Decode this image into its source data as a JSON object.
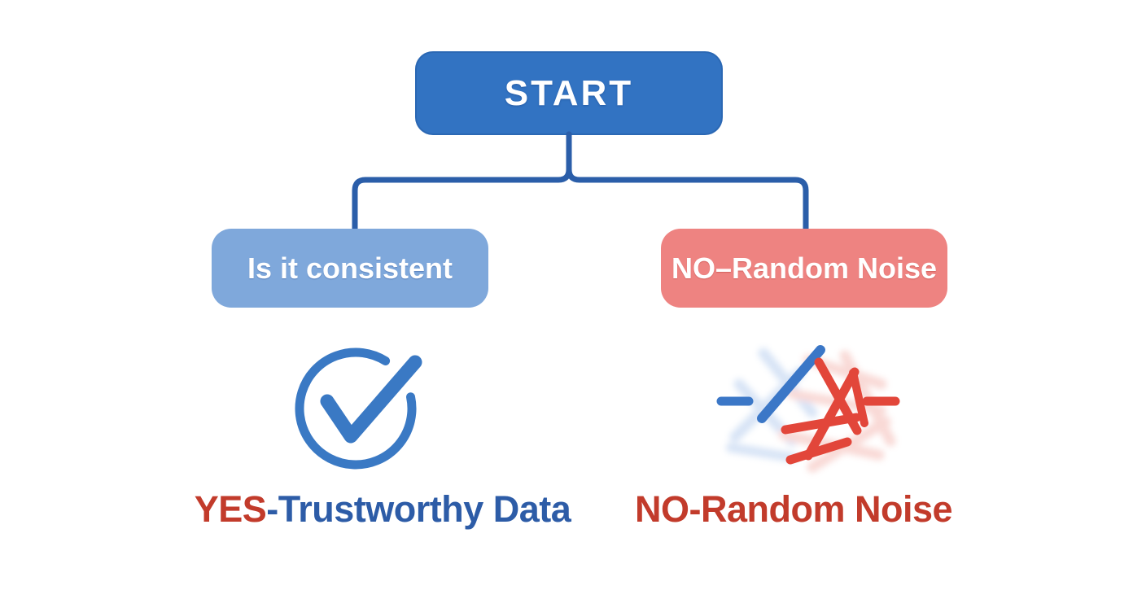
{
  "diagram": {
    "description": "Consistency decision flowchart: START splits into a consistent branch (trustworthy data) and a random-noise branch",
    "start_node": {
      "label": "START"
    },
    "branches": {
      "left": {
        "label": "Is it consistent"
      },
      "right": {
        "label": "NO–Random Noise"
      }
    },
    "outcomes": {
      "left": {
        "prefix": "YES",
        "rest": "-Trustworthy Data"
      },
      "right": {
        "label": "NO-Random Noise"
      }
    },
    "icons": {
      "left": "check-circle-icon",
      "right": "tangled-lines-icon"
    },
    "colors": {
      "start_fill": "#3273c2",
      "connector": "#2b5ea9",
      "left_branch_fill": "#7fa8db",
      "right_branch_fill": "#ee8381",
      "outcome_red": "#c23b2b",
      "outcome_blue": "#2d5ca7",
      "icon_blue": "#3a79c4",
      "icon_red": "#e2463a",
      "background": "#ffffff"
    }
  }
}
